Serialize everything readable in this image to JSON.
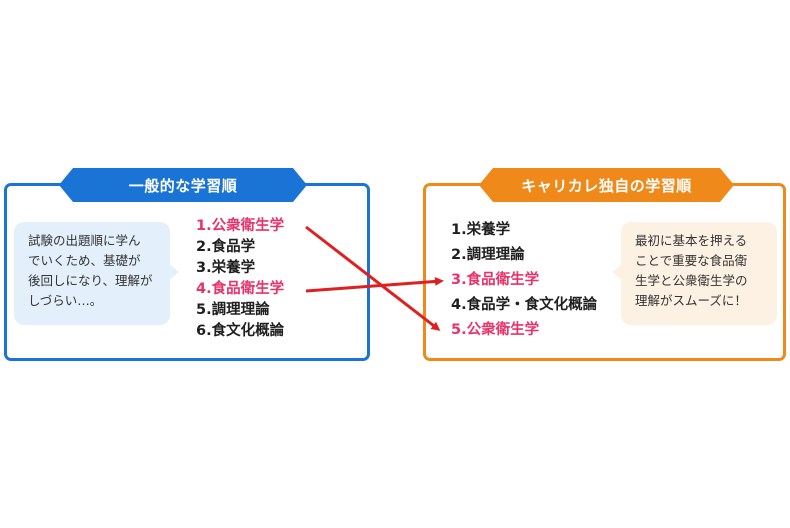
{
  "left": {
    "title": "一般的な学習順",
    "bubble_lines": [
      "試験の出題順に学ん",
      "でいくため、基礎が",
      "後回しになり、理解が",
      "しづらい…。"
    ],
    "items": [
      {
        "label": "1.公衆衛生学",
        "highlight": true
      },
      {
        "label": "2.食品学",
        "highlight": false
      },
      {
        "label": "3.栄養学",
        "highlight": false
      },
      {
        "label": "4.食品衛生学",
        "highlight": true
      },
      {
        "label": "5.調理理論",
        "highlight": false
      },
      {
        "label": "6.食文化概論",
        "highlight": false
      }
    ]
  },
  "right": {
    "title": "キャリカレ独自の学習順",
    "bubble_lines": [
      "最初に基本を押える",
      "ことで重要な食品衛",
      "生学と公衆衛生学の",
      "理解がスムーズに！"
    ],
    "items": [
      {
        "label": "1.栄養学",
        "highlight": false
      },
      {
        "label": "2.調理理論",
        "highlight": false
      },
      {
        "label": "3.食品衛生学",
        "highlight": true
      },
      {
        "label": "4.食品学・食文化概論",
        "highlight": false
      },
      {
        "label": "5.公衆衛生学",
        "highlight": true
      }
    ]
  },
  "colors": {
    "left_accent": "#1a74d6",
    "right_accent": "#ef8a1a",
    "highlight": "#e8336a",
    "arrow": "#e02020"
  }
}
